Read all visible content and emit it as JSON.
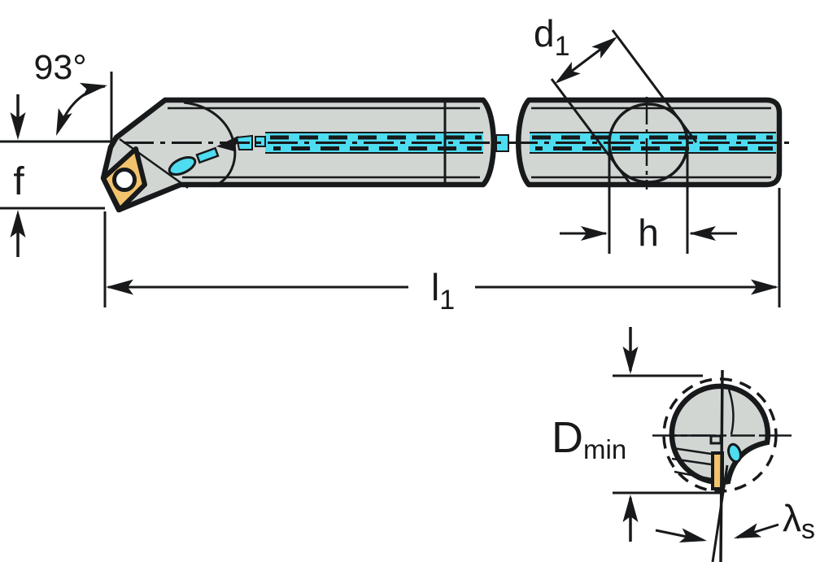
{
  "labels": {
    "approach_angle": "93°",
    "tip_offset": "f",
    "shank_diameter": {
      "base": "d",
      "sub": "1"
    },
    "head_height": "h",
    "overall_length": {
      "base": "l",
      "sub": "1"
    },
    "min_bore_diameter": {
      "base": "D",
      "sub": "min"
    },
    "inclination_angle": {
      "base": "λ",
      "sub": "s"
    }
  },
  "colors": {
    "line": "#17191b",
    "body": "#d2d6d3",
    "coolant": "#4edcf0",
    "insert": "#f2c36c",
    "background": "#ffffff"
  }
}
